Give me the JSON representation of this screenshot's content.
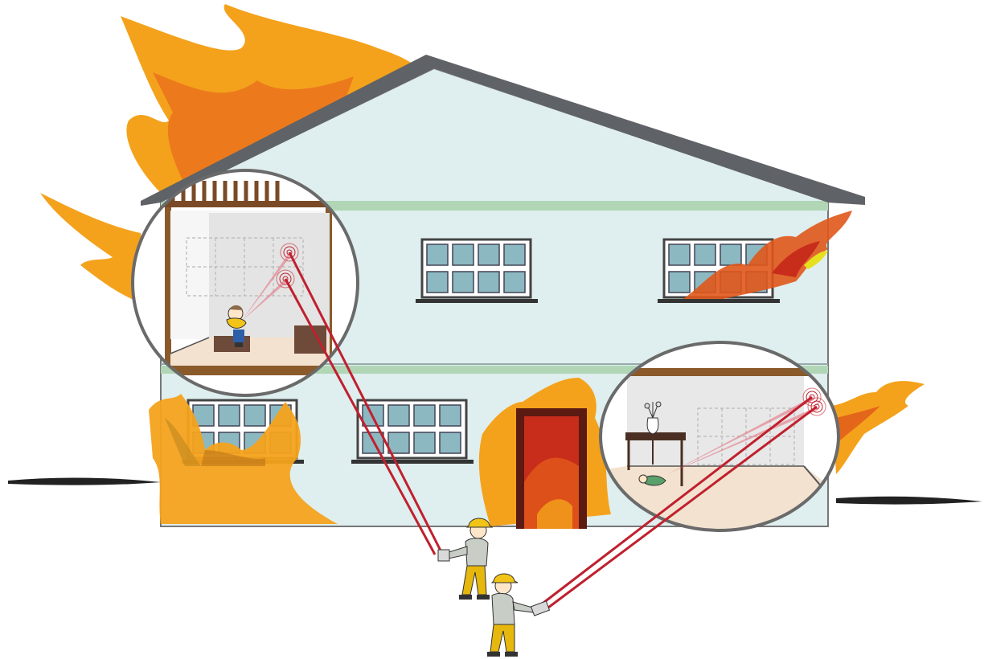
{
  "scene": {
    "subject": "burning-two-story-house-with-firefighters",
    "colors": {
      "wall": "#dfeeee",
      "roof": "#5f6266",
      "trim": "#b0d6b6",
      "window_glass": "#8cb8c2",
      "window_frame": "#4a4f54",
      "fire_outer": "#f4a21c",
      "fire_inner": "#e0571a",
      "fire_core": "#c82d1b",
      "laser": "#c0202e",
      "door": "#5b1a12",
      "floor": "#f3e2cf",
      "firefighter_helmet": "#f1c417",
      "firefighter_suit": "#c8cdc6",
      "pants": "#e6b70c"
    },
    "icons": [
      "fire-icon",
      "window-icon",
      "door-icon",
      "firefighter-icon",
      "laser-beam-icon",
      "magnifier-inset-icon",
      "victim-icon",
      "table-icon",
      "vase-icon"
    ],
    "insets": [
      "upper-left-room-with-seated-person",
      "lower-right-room-with-person-under-table"
    ],
    "firefighter_count": 2
  }
}
